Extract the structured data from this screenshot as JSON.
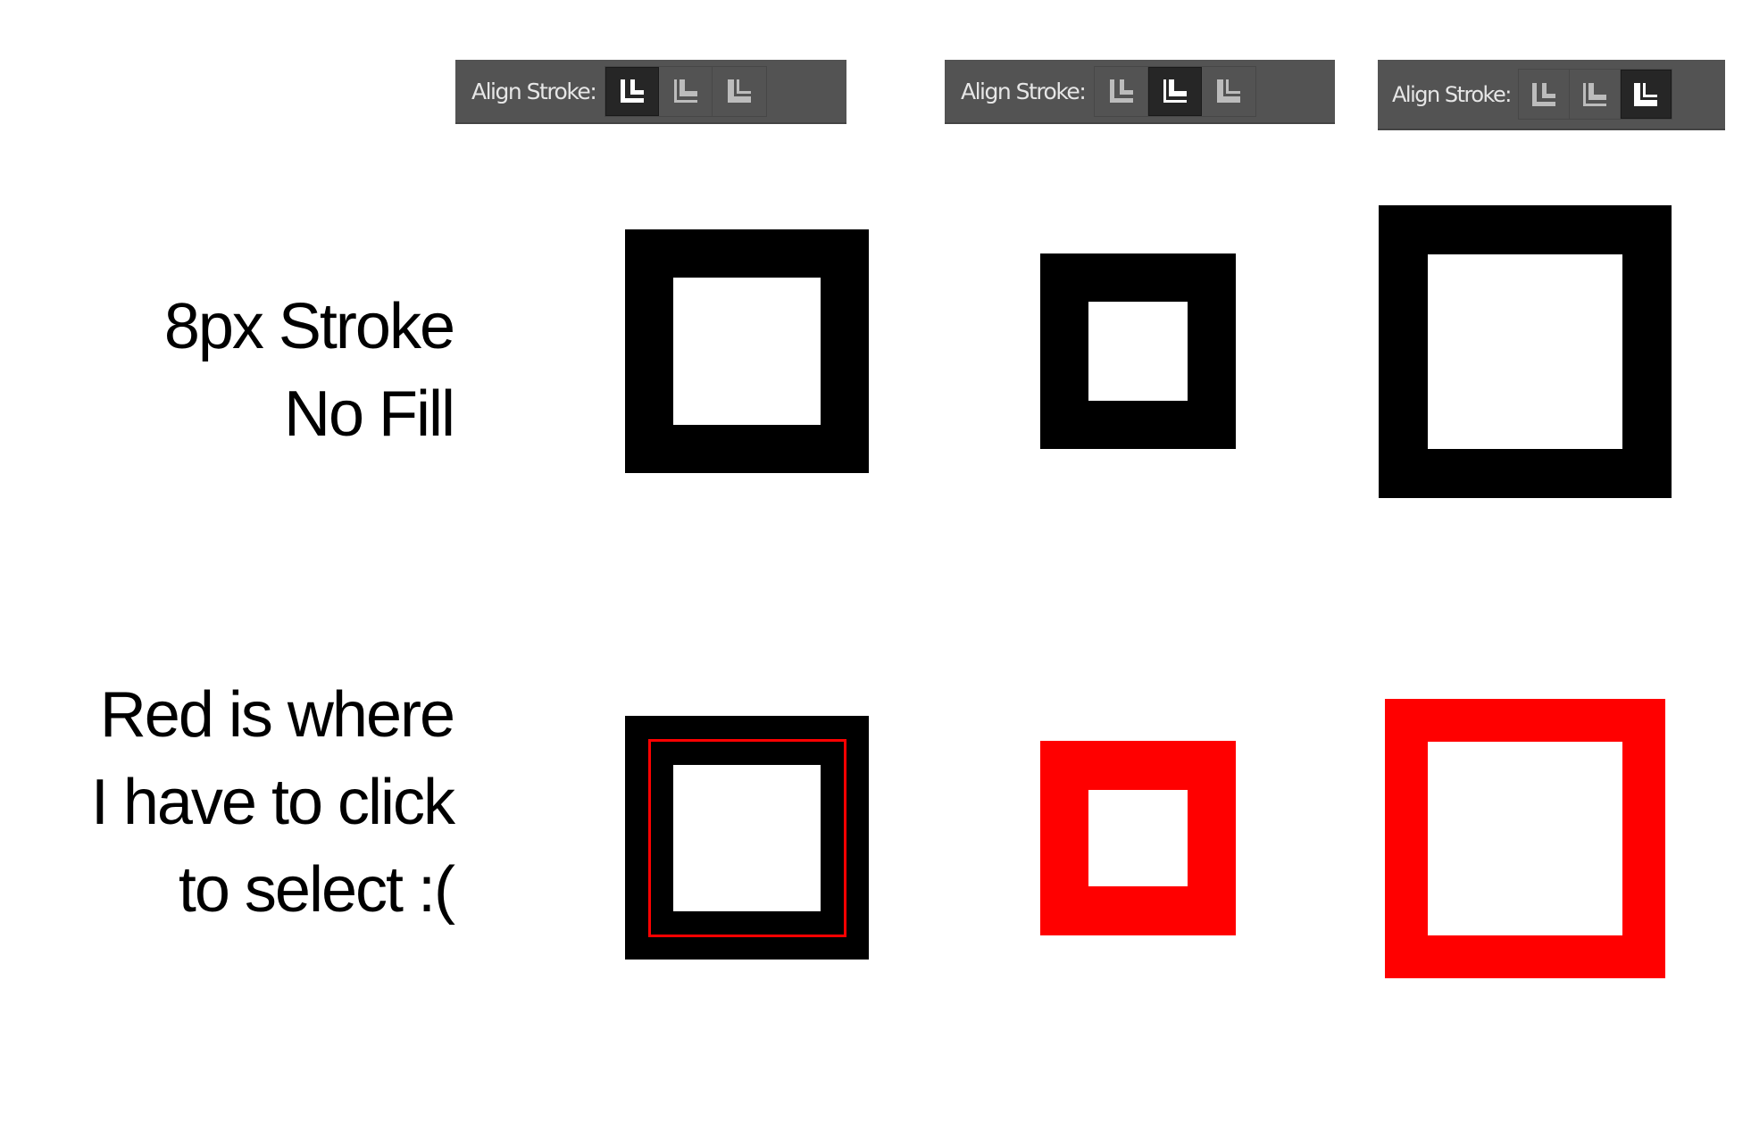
{
  "toolbars": [
    {
      "label": "Align Stroke:",
      "options": [
        {
          "icon": "align-stroke-center-icon",
          "selected": true
        },
        {
          "icon": "align-stroke-inside-icon",
          "selected": false
        },
        {
          "icon": "align-stroke-outside-icon",
          "selected": false
        }
      ]
    },
    {
      "label": "Align Stroke:",
      "options": [
        {
          "icon": "align-stroke-center-icon",
          "selected": false
        },
        {
          "icon": "align-stroke-inside-icon",
          "selected": true
        },
        {
          "icon": "align-stroke-outside-icon",
          "selected": false
        }
      ]
    },
    {
      "label": "Align Stroke:",
      "options": [
        {
          "icon": "align-stroke-center-icon",
          "selected": false
        },
        {
          "icon": "align-stroke-inside-icon",
          "selected": false
        },
        {
          "icon": "align-stroke-outside-icon",
          "selected": true
        }
      ]
    }
  ],
  "labels": {
    "row1": "8px Stroke\nNo Fill",
    "row2": "Red is where\nI have to click\nto select :("
  },
  "colors": {
    "stroke": "#000000",
    "click_area": "#ff0000",
    "toolbar_bg": "#535353",
    "selected_button_bg": "#262626"
  }
}
